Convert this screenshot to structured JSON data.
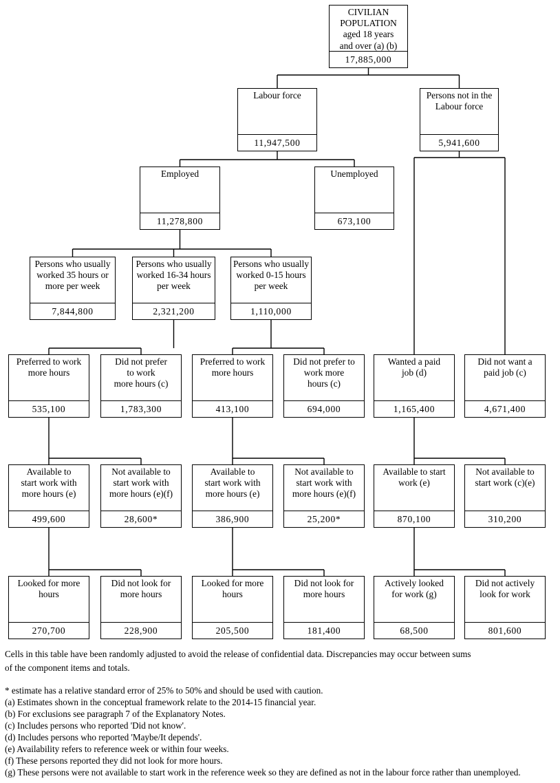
{
  "nodes": {
    "civilian_population": {
      "label": "CIVILIAN\nPOPULATION\naged 18 years\nand over (a) (b)",
      "value": "17,885,000"
    },
    "labour_force": {
      "label": "Labour force",
      "value": "11,947,500"
    },
    "not_in_labour_force": {
      "label": "Persons not in the\nLabour force",
      "value": "5,941,600"
    },
    "employed": {
      "label": "Employed",
      "value": "11,278,800"
    },
    "unemployed": {
      "label": "Unemployed",
      "value": "673,100"
    },
    "worked_35_or_more": {
      "label": "Persons who usually\nworked 35 hours or\nmore per week",
      "value": "7,844,800"
    },
    "worked_16_34": {
      "label": "Persons who usually\nworked 16-34 hours\nper week",
      "value": "2,321,200"
    },
    "worked_0_15": {
      "label": "Persons who usually\nworked 0-15 hours\nper week",
      "value": "1,110,000"
    },
    "preferred_more_16_34": {
      "label": "Preferred to work\nmore hours",
      "value": "535,100"
    },
    "not_prefer_more_16_34": {
      "label": "Did not prefer\nto work\nmore hours (c)",
      "value": "1,783,300"
    },
    "preferred_more_0_15": {
      "label": "Preferred to work\nmore hours",
      "value": "413,100"
    },
    "not_prefer_more_0_15": {
      "label": "Did not prefer to\nwork more\nhours (c)",
      "value": "694,000"
    },
    "wanted_paid_job": {
      "label": "Wanted a paid\njob (d)",
      "value": "1,165,400"
    },
    "did_not_want_paid_job": {
      "label": "Did not want a\npaid job (c)",
      "value": "4,671,400"
    },
    "available_16_34": {
      "label": "Available to\nstart work with\nmore hours (e)",
      "value": "499,600"
    },
    "not_available_16_34": {
      "label": "Not available to\nstart work with\nmore hours (e)(f)",
      "value": "28,600*"
    },
    "available_0_15": {
      "label": "Available to\nstart work with\nmore hours (e)",
      "value": "386,900"
    },
    "not_available_0_15": {
      "label": "Not available to\nstart work with\nmore hours (e)(f)",
      "value": "25,200*"
    },
    "available_start": {
      "label": "Available to start\nwork (e)",
      "value": "870,100"
    },
    "not_available_start": {
      "label": "Not available to\nstart work (c)(e)",
      "value": "310,200"
    },
    "looked_16_34": {
      "label": "Looked for more\nhours",
      "value": "270,700"
    },
    "not_looked_16_34": {
      "label": "Did not look for\nmore hours",
      "value": "228,900"
    },
    "looked_0_15": {
      "label": "Looked for more\nhours",
      "value": "205,500"
    },
    "not_looked_0_15": {
      "label": "Did not look for\nmore hours",
      "value": "181,400"
    },
    "actively_looked": {
      "label": "Actively looked\nfor work (g)",
      "value": "68,500"
    },
    "not_actively_looked": {
      "label": "Did not actively\nlook for work",
      "value": "801,600"
    }
  },
  "edges": [
    [
      "civilian_population",
      "labour_force"
    ],
    [
      "civilian_population",
      "not_in_labour_force"
    ],
    [
      "labour_force",
      "employed"
    ],
    [
      "labour_force",
      "unemployed"
    ],
    [
      "employed",
      "worked_35_or_more"
    ],
    [
      "employed",
      "worked_16_34"
    ],
    [
      "employed",
      "worked_0_15"
    ],
    [
      "worked_16_34",
      "preferred_more_16_34"
    ],
    [
      "worked_16_34",
      "not_prefer_more_16_34"
    ],
    [
      "worked_0_15",
      "preferred_more_0_15"
    ],
    [
      "worked_0_15",
      "not_prefer_more_0_15"
    ],
    [
      "not_in_labour_force",
      "wanted_paid_job"
    ],
    [
      "not_in_labour_force",
      "did_not_want_paid_job"
    ],
    [
      "preferred_more_16_34",
      "available_16_34"
    ],
    [
      "preferred_more_16_34",
      "not_available_16_34"
    ],
    [
      "preferred_more_0_15",
      "available_0_15"
    ],
    [
      "preferred_more_0_15",
      "not_available_0_15"
    ],
    [
      "wanted_paid_job",
      "available_start"
    ],
    [
      "wanted_paid_job",
      "not_available_start"
    ],
    [
      "available_16_34",
      "looked_16_34"
    ],
    [
      "available_16_34",
      "not_looked_16_34"
    ],
    [
      "available_0_15",
      "looked_0_15"
    ],
    [
      "available_0_15",
      "not_looked_0_15"
    ],
    [
      "available_start",
      "actively_looked"
    ],
    [
      "available_start",
      "not_actively_looked"
    ]
  ],
  "notes": {
    "adjustment": "Cells in this table have been randomly adjusted to avoid the release of confidential data. Discrepancies may occur between sums\nof the component items and totals.",
    "asterisk": "* estimate has a relative standard error of 25% to 50% and should be used with caution.",
    "a": "(a) Estimates shown in the conceptual framework relate to the 2014-15 financial year.",
    "b": "(b) For exclusions see paragraph 7 of the Explanatory Notes.",
    "c": "(c) Includes persons who reported 'Did not know'.",
    "d": "(d) Includes persons who reported 'Maybe/It depends'.",
    "e": "(e) Availability refers to reference week or within four weeks.",
    "f": "(f) These persons reported they did not look for more hours.",
    "g": "(g) These persons were not available to start work in the reference week so they are defined as not in the labour force rather than unemployed."
  }
}
